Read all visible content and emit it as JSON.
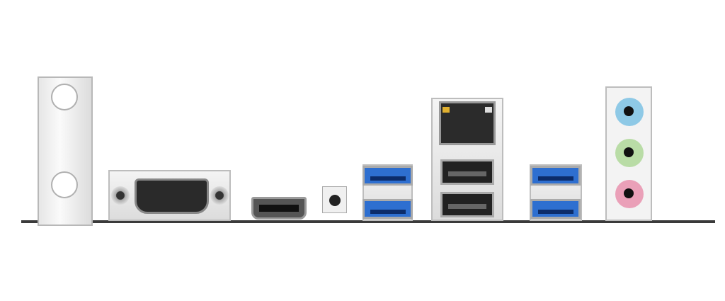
{
  "colors": {
    "usb3_blue": "#2e6fd0",
    "audio_line_in": "#8ec9e6",
    "audio_line_out": "#b9dca6",
    "audio_mic": "#eaa0b8"
  },
  "ports": [
    "bracket",
    "vga",
    "hdmi",
    "bios-flashback-button",
    "usb3-stack",
    "lan-usb-stack",
    "usb3-stack",
    "audio-jacks"
  ]
}
